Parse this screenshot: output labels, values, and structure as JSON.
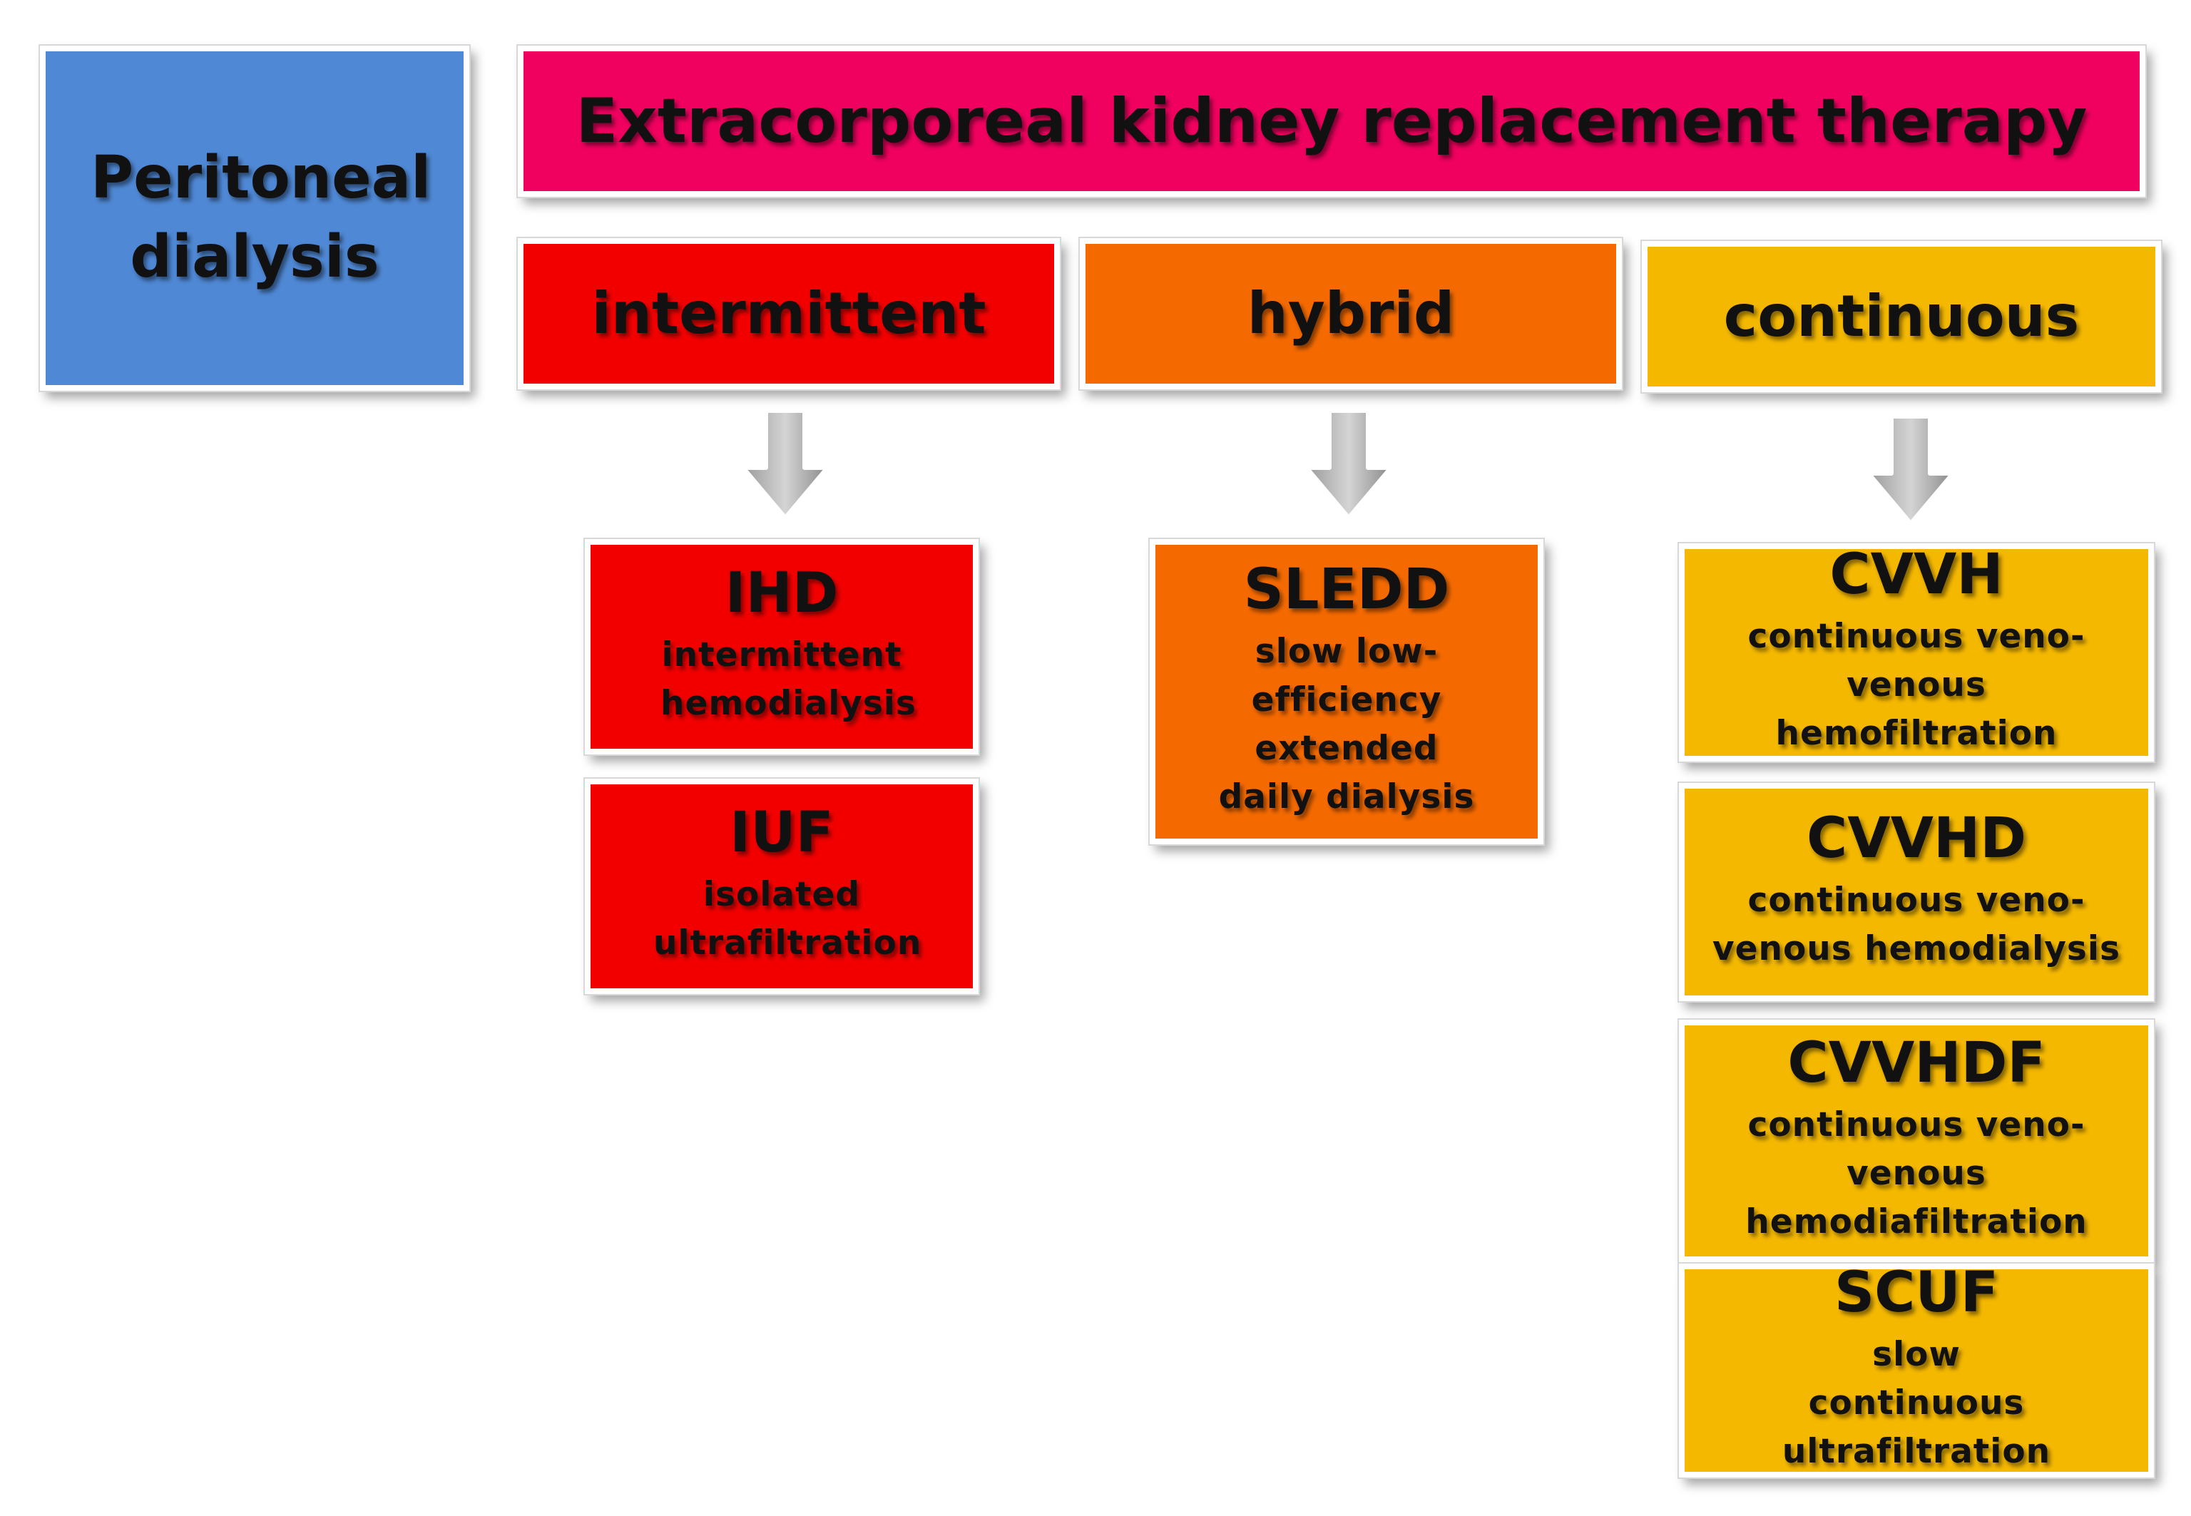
{
  "peritoneal": {
    "label": "Peritoneal dialysis",
    "color": "#4f88d4"
  },
  "extracorporeal": {
    "label": "Extracorporeal kidney replacement therapy",
    "color": "#f0005f"
  },
  "categories": [
    {
      "label": "intermittent",
      "color": "#f20000"
    },
    {
      "label": "hybrid",
      "color": "#f56a00"
    },
    {
      "label": "continuous",
      "color": "#f4b800"
    }
  ],
  "intermittent_items": [
    {
      "abbr": "IHD",
      "desc": "intermittent hemodialysis"
    },
    {
      "abbr": "IUF",
      "desc": "isolated ultrafiltration"
    }
  ],
  "hybrid_items": [
    {
      "abbr": "SLEDD",
      "desc": "slow low-efficiency extended daily dialysis"
    }
  ],
  "continuous_items": [
    {
      "abbr": "CVVH",
      "desc": "continuous veno-venous hemofiltration"
    },
    {
      "abbr": "CVVHD",
      "desc": "continuous veno-venous hemodialysis"
    },
    {
      "abbr": "CVVHDF",
      "desc": "continuous veno-venous hemodiafiltration"
    },
    {
      "abbr": "SCUF",
      "desc": "slow continuous ultrafiltration"
    }
  ],
  "arrow_icon": "down-arrow-icon"
}
